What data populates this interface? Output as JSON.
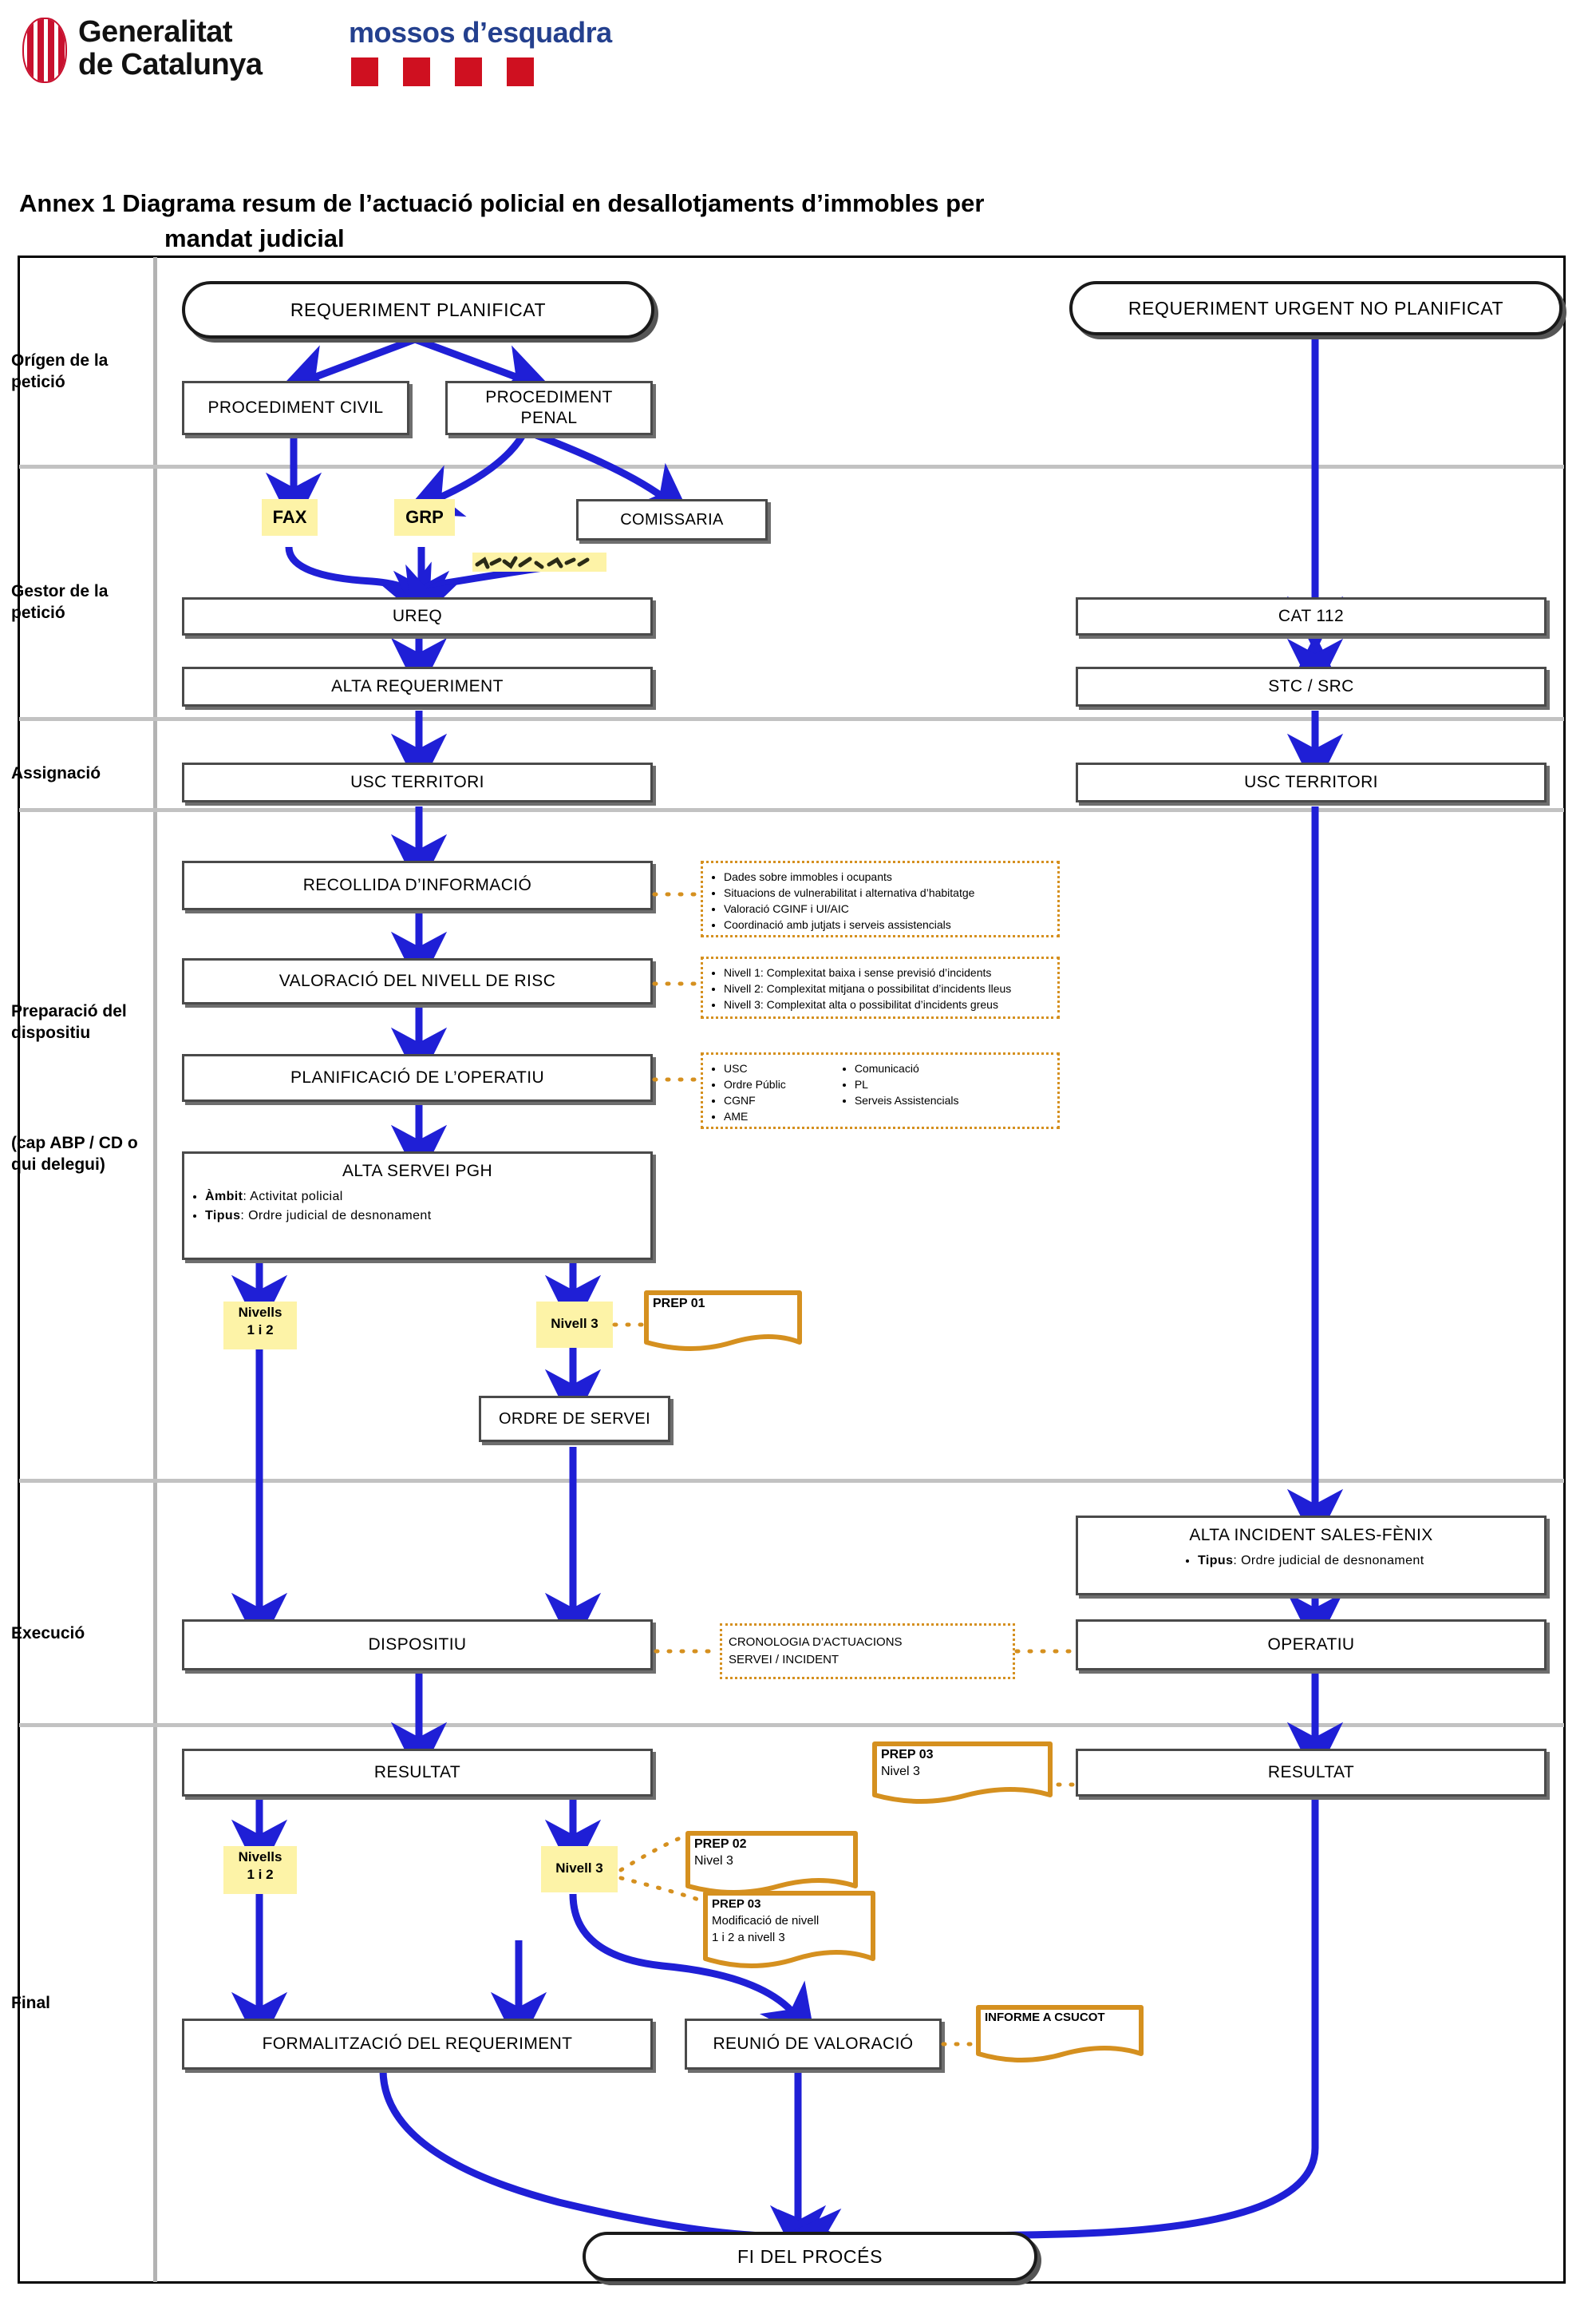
{
  "header": {
    "gencat_line1": "Generalitat",
    "gencat_line2": "de Catalunya",
    "mossos": "mossos d’esquadra",
    "shield_color": "#c8102e",
    "mossos_color": "#24408e",
    "mossos_square_color": "#cf1020"
  },
  "title": {
    "line1": "Annex 1 Diagrama resum de l’actuació policial en desallotjaments d’immobles per",
    "line2": "mandat judicial"
  },
  "lanes": [
    {
      "label": "Orígen de\nla petició"
    },
    {
      "label": "Gestor de\nla petició"
    },
    {
      "label": "Assignació"
    },
    {
      "label": "Preparació\ndel\ndispositiu"
    },
    {
      "label": "(cap ABP /\nCD o qui\ndelegui)"
    },
    {
      "label": "Execució"
    },
    {
      "label": "Final"
    }
  ],
  "nodes": {
    "requeriment_planificat": "REQUERIMENT PLANIFICAT",
    "requeriment_urgent": "REQUERIMENT URGENT NO PLANIFICAT",
    "procediment_civil": "PROCEDIMENT CIVIL",
    "procediment_penal": "PROCEDIMENT\nPENAL",
    "fax": "FAX",
    "grp": "GRP",
    "comissaria": "COMISSARIA",
    "scribble": "",
    "ureq": "UREQ",
    "alta_requeriment": "ALTA REQUERIMENT",
    "cat112": "CAT 112",
    "stc_src": "STC / SRC",
    "usc_territori_left": "USC TERRITORI",
    "usc_territori_right": "USC TERRITORI",
    "recollida": "RECOLLIDA D’INFORMACIÓ",
    "valoracio_risc": "VALORACIÓ DEL NIVELL DE RISC",
    "planificacio": "PLANIFICACIÓ DE L’OPERATIU",
    "alta_servei_pgh": {
      "title": "ALTA SERVEI PGH",
      "bullets": [
        {
          "key": "Àmbit",
          "value": ": Activitat policial"
        },
        {
          "key": "Tipus",
          "value": ": Ordre judicial de desnonament"
        }
      ]
    },
    "ordre_de_servei": "ORDRE DE SERVEI",
    "alta_incident_fenix": {
      "title": "ALTA INCIDENT SALES-FÈNIX",
      "bullets": [
        {
          "key": "Tipus",
          "value": ": Ordre judicial de desnonament"
        }
      ]
    },
    "dispositiu": "DISPOSITIU",
    "operatiu": "OPERATIU",
    "resultat_left": "RESULTAT",
    "resultat_right": "RESULTAT",
    "formalitzacio": "FORMALITZACIÓ DEL REQUERIMENT",
    "reunio_valoracio": "REUNIÓ DE VALORACIÓ",
    "fi_del_proces": "FI DEL PROCÉS"
  },
  "level_labels": {
    "nivells12_prep": "Nivells\n1 i 2",
    "nivell3_prep": "Nivell 3",
    "nivells12_final": "Nivells\n1 i 2",
    "nivell3_final": "Nivell 3"
  },
  "notes": {
    "recollida_note": {
      "items": [
        "Dades sobre immobles i ocupants",
        "Situacions de vulnerabilitat i alternativa d’habitatge",
        "Valoració CGINF i UI/AIC",
        "Coordinació amb jutjats i serveis assistencials"
      ]
    },
    "nivells_note": {
      "items": [
        "Nivell 1: Complexitat baixa i sense previsió d’incidents",
        "Nivell 2: Complexitat mitjana o possibilitat d’incidents lleus",
        "Nivell 3: Complexitat alta o possibilitat d’incidents greus"
      ]
    },
    "planificacio_note": {
      "col1": [
        "USC",
        "Ordre Públic",
        "CGNF",
        "AME"
      ],
      "col2": [
        "Comunicació",
        "PL",
        "Serveis Assistencials"
      ]
    },
    "cronologia_note": {
      "line1": "CRONOLOGIA D’ACTUACIONS",
      "line2": "SERVEI / INCIDENT"
    }
  },
  "docs": {
    "prep01": {
      "title": "PREP 01",
      "sub": ""
    },
    "prep02": {
      "title": "PREP 02",
      "sub": "Nivel 3"
    },
    "prep03_mod": {
      "title": "PREP 03",
      "sub": "Modificació de nivell\n1 i 2 a nivell 3"
    },
    "prep03_right": {
      "title": "PREP 03",
      "sub": "Nivel 3"
    },
    "informe_csucot": {
      "title": "INFORME A CSUCOT",
      "sub": ""
    }
  },
  "colors": {
    "arrow_blue": "#1f1fd6",
    "note_orange": "#d5901f",
    "highlight_yellow": "#fdf3a7",
    "box_border": "#4a4a4a",
    "lane_gray": "#c2c2c2"
  }
}
